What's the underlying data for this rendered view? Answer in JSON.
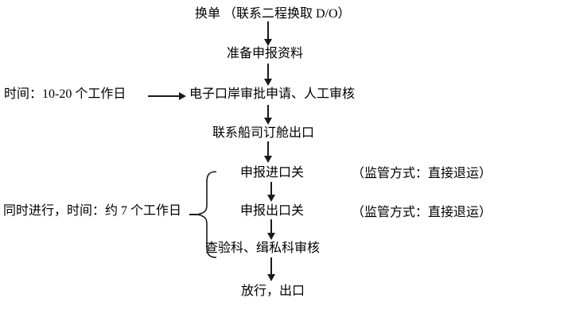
{
  "flow": {
    "nodes": [
      {
        "label": "换单 （联系二程换取 D/O）"
      },
      {
        "label": "准备申报资料"
      },
      {
        "label": "电子口岸审批申请、人工审核"
      },
      {
        "label": "联系船司订舱出口"
      },
      {
        "label": "申报进口关"
      },
      {
        "label": "申报出口关"
      },
      {
        "label": "查验科、缉私科审核"
      },
      {
        "label": "放行，出口"
      }
    ],
    "side_notes": [
      {
        "label": "时间：10-20 个工作日",
        "points_to": "电子口岸审批申请、人工审核"
      },
      {
        "label": "同时进行，时间：约 7 个工作日",
        "points_to": "申报进口关、申报出口关、查验科、缉私科审核"
      }
    ],
    "annotations": [
      {
        "label": "（监管方式：直接退运）",
        "attached_to": "申报进口关"
      },
      {
        "label": "（监管方式：直接退运）",
        "attached_to": "申报出口关"
      }
    ]
  },
  "colors": {
    "background": "#ffffff",
    "text": "#000000",
    "line": "#1a1a1a"
  }
}
